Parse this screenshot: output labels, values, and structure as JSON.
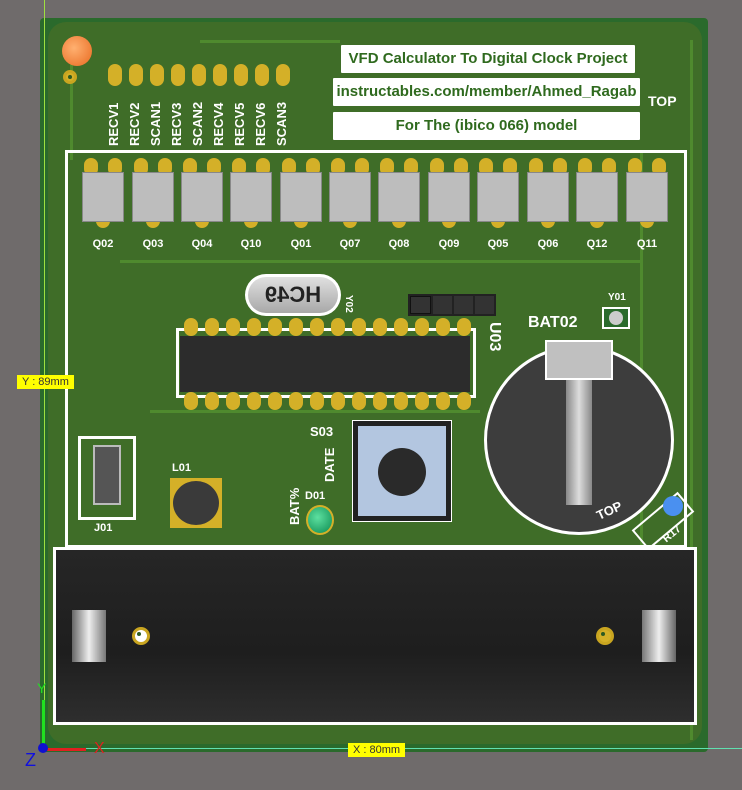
{
  "board": {
    "title": "VFD Calculator To Digital Clock Project",
    "url": "instructables.com/member/Ahmed_Ragab",
    "model": "For The (ibico 066) model",
    "layer_label": "TOP",
    "header_labels": [
      "RECV1",
      "RECV2",
      "SCAN1",
      "RECV3",
      "SCAN2",
      "RECV4",
      "RECV5",
      "RECV6",
      "SCAN3"
    ],
    "transistors": [
      "Q02",
      "Q03",
      "Q04",
      "Q10",
      "Q01",
      "Q07",
      "Q08",
      "Q09",
      "Q05",
      "Q06",
      "Q12",
      "Q11"
    ],
    "crystal_text": "HC49",
    "crystal_ref": "Y02",
    "header_ref": "U03",
    "battery_ref": "BAT02",
    "battery_top": "TOP",
    "y01": "Y01",
    "switch_ref": "S03",
    "switch_label": "DATE",
    "led_ref": "D01",
    "led_label": "BAT%",
    "inductor_ref": "L01",
    "usb_ref": "J01",
    "resistor_ref": "R17"
  },
  "viewer": {
    "y_dim": "Y : 89mm",
    "x_dim": "X : 80mm",
    "axis_x": "X",
    "axis_y": "Y",
    "axis_z": "Z"
  },
  "colors": {
    "pcb": "#2a6a2c",
    "pad": "#d4b028",
    "silk": "#ffffff",
    "dim_tag": "#ffff00"
  }
}
